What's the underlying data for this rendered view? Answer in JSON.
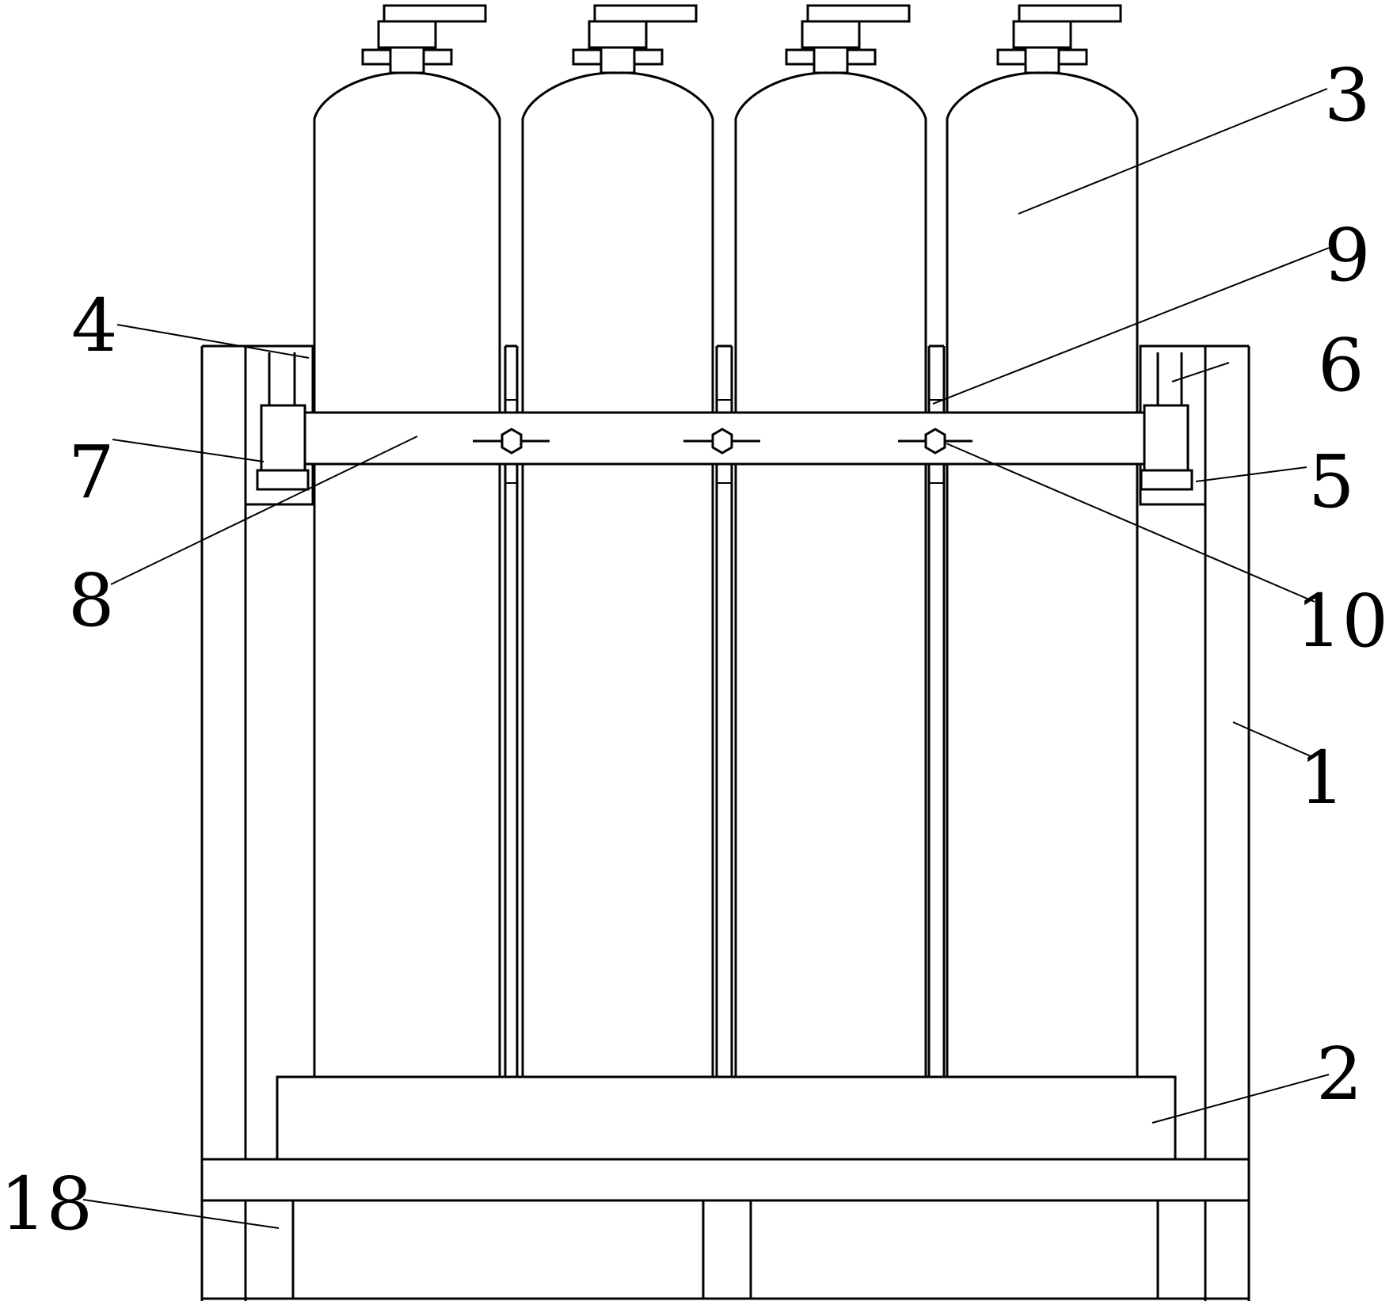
{
  "diagram": {
    "labels": {
      "l1": "1",
      "l2": "2",
      "l3": "3",
      "l4": "4",
      "l5": "5",
      "l6": "6",
      "l7": "7",
      "l8": "8",
      "l9": "9",
      "l10": "10",
      "l18": "18"
    }
  }
}
